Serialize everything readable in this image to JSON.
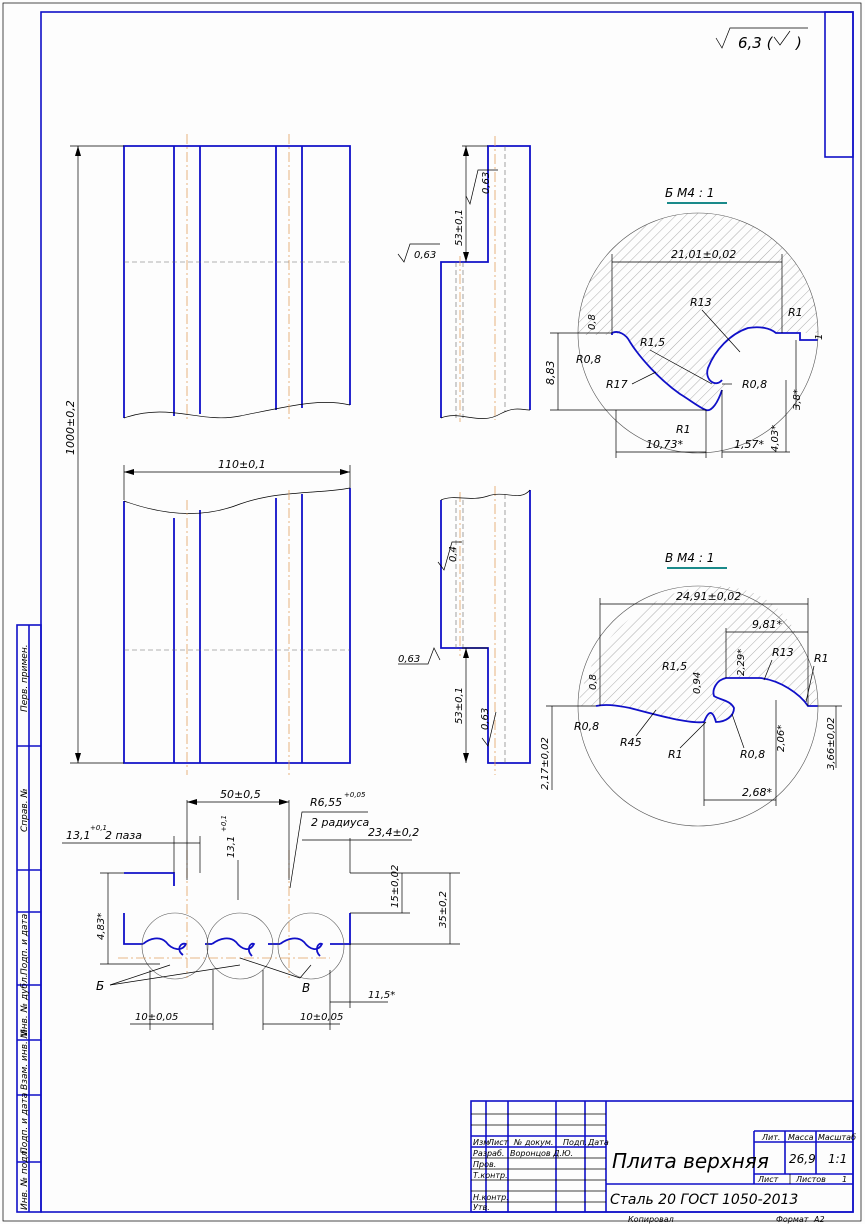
{
  "roughness": {
    "value": "6,3 (",
    "close": ")"
  },
  "views": {
    "length_dim": "1000±0,2",
    "width_dim": "110±0,1",
    "side_top_rough": "0,63",
    "side_top_rough2": "0,63",
    "side_top_dim": "53±0,1",
    "side_bot_rough": "0,4",
    "side_bot_rough2": "0,63",
    "side_bot_rough3": "0,63",
    "side_bot_dim": "53±0,1"
  },
  "section_view": {
    "dim_50": "50±0,5",
    "dim_r655": "R6,55",
    "dim_r655_tol": "+0,05",
    "dim_r655_note": "2 радиуса",
    "dim_131": "13,1",
    "dim_131_tol": "+0,1",
    "dim_131_note": "2 паза",
    "dim_131v": "13,1",
    "dim_131v_tol": "+0,1",
    "dim_234": "23,4±0,2",
    "dim_15": "15±0,02",
    "dim_35": "35±0,2",
    "dim_483": "4,83*",
    "dim_10a": "10±0,05",
    "dim_10b": "10±0,05",
    "dim_115": "11,5*",
    "label_b": "Б",
    "label_v": "В"
  },
  "detail_b": {
    "title": "Б  М4 : 1",
    "d_21": "21,01±0,02",
    "d_08": "0,8",
    "r13": "R13",
    "r1_top": "R1",
    "r08_left": "R0,8",
    "r15": "R1,5",
    "r17": "R17",
    "r08_right": "R0,8",
    "d_883": "8,83",
    "d_38": "3,8*",
    "r1_bot": "R1",
    "d_1073": "10,73*",
    "d_157": "1,57*",
    "d_403": "4,03*",
    "d_1": "1"
  },
  "detail_v": {
    "title": "В  М4 : 1",
    "d_2491": "24,91±0,02",
    "d_981": "9,81*",
    "d_08": "0,8",
    "r15": "R1,5",
    "d_094": "0,94",
    "d_229": "2,29*",
    "r13": "R13",
    "r1": "R1",
    "r08_left": "R0,8",
    "r45": "R45",
    "r1_bot": "R1",
    "r08_right": "R0,8",
    "d_206": "2,06*",
    "d_366": "3,66±0,02",
    "d_217": "2,17±0,02",
    "d_268": "2,68*"
  },
  "side_stamp": [
    "Перв. примен.",
    "Справ. №",
    "Подп. и дата",
    "Инв. № дубл.",
    "Взам. инв. №",
    "Подп. и дата",
    "Инв. № подл."
  ],
  "title_block": {
    "part_name": "Плита верхняя",
    "material": "Сталь 20 ГОСТ 1050-2013",
    "h_izm": "Изм",
    "h_list": "Лист",
    "h_doc": "№ докум.",
    "h_sign": "Подп.",
    "h_date": "Дата",
    "razrab": "Разраб.",
    "razrab_name": "Воронцов Д.Ю.",
    "prov": "Пров.",
    "tkontr": "Т.контр.",
    "nkontr": "Н.контр.",
    "utv": "Утв.",
    "h_lit": "Лит.",
    "h_mass": "Масса",
    "h_scale": "Масштаб",
    "mass": "26,9",
    "scale": "1:1",
    "sheet": "Лист",
    "sheets": "Листов",
    "sheets_count": "1",
    "copied": "Копировал",
    "format": "Формат",
    "format_val": "А2"
  }
}
